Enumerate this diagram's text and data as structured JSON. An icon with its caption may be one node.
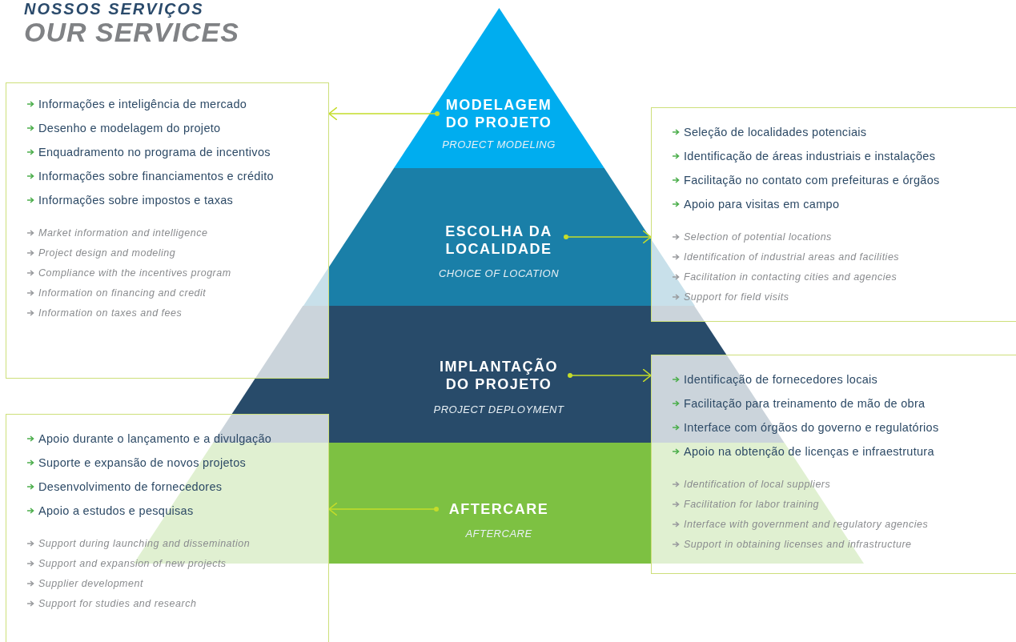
{
  "diagram": {
    "title": "NOSSOS SERVIÇOS",
    "nodes": [
      {
        "text": [
          "MODELAGEM DO PROJETO",
          "PROJECT MODELING"
        ]
      },
      {
        "text": [
          "ESCOLHA DA LOCALIDADE",
          "CHOICE OF LOCATION"
        ]
      },
      {
        "text": [
          "IMPLANTAÇÃO DO PROJETO",
          "PROJECT DEPLOYMENT"
        ]
      },
      {
        "text": [
          "AFTERCARE",
          "AFTERCARE"
        ]
      },
      {
        "text": [
          "Informações e inteligência de mercado",
          "Desenho e modelagem do projeto",
          "Enquadramento no programa de incentivos",
          "Informações sobre financiamentos e crédito",
          "Informações sobre impostos e taxas",
          "Market information and intelligence",
          "Project design and modeling",
          "Compliance with the incentives program",
          "Information on financing and credit",
          "Information on taxes and fees"
        ]
      },
      {
        "text": [
          "Seleção de localidades potenciais",
          "Identificação de áreas industriais e instalações",
          "Facilitação no contato com prefeituras e órgãos",
          "Apoio para visitas em campo",
          "Selection of potential locations",
          "Identification of industrial areas and facilities",
          "Facilitation in contacting cities and agencies",
          "Support for field visits"
        ]
      },
      {
        "text": [
          "Identificação de fornecedores locais",
          "Facilitação para treinamento de mão de obra",
          "Interface com órgãos do governo e regulatórios",
          "Apoio na obtenção de licenças e infraestrutura",
          "Identification of local suppliers",
          "Facilitation for labor training",
          "Interface with government and regulatory agencies",
          "Support in obtaining licenses and infrastructure"
        ]
      },
      {
        "text": [
          "Apoio durante o lançamento e a divulgação",
          "Suporte e expansão de novos projetos",
          "Desenvolvimento de fornecedores",
          "Apoio a estudos e pesquisas",
          "Support during launching and dissemination",
          "Support and expansion of new projects",
          "Supplier development",
          "Support for studies and research"
        ]
      }
    ],
    "edges": [
      {
        "from": 0,
        "to": 4,
        "arrow": "to"
      },
      {
        "from": 1,
        "to": 5,
        "arrow": "to"
      },
      {
        "from": 2,
        "to": 6,
        "arrow": "to"
      },
      {
        "from": 3,
        "to": 7,
        "arrow": "to"
      }
    ],
    "labels": [
      "OUR SERVICES"
    ]
  }
}
